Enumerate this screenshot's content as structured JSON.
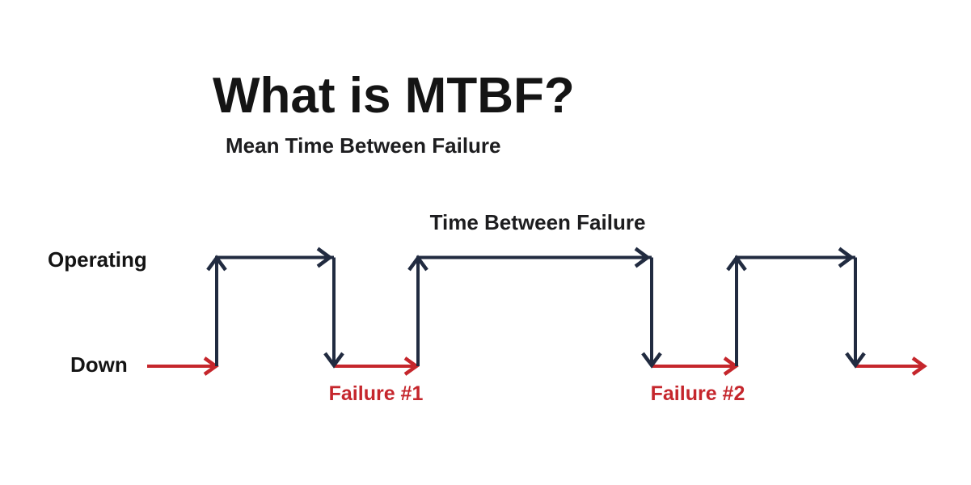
{
  "title": "What is MTBF?",
  "subtitle": "Mean Time Between Failure",
  "diagram": {
    "axis_labels": {
      "operating": "Operating",
      "down": "Down"
    },
    "annotations": {
      "time_between_failure": "Time Between Failure",
      "failure_1": "Failure #1",
      "failure_2": "Failure #2"
    },
    "colors": {
      "waveform_navy": "#212b40",
      "downtime_red": "#c5262c",
      "text_black": "#141414"
    }
  }
}
